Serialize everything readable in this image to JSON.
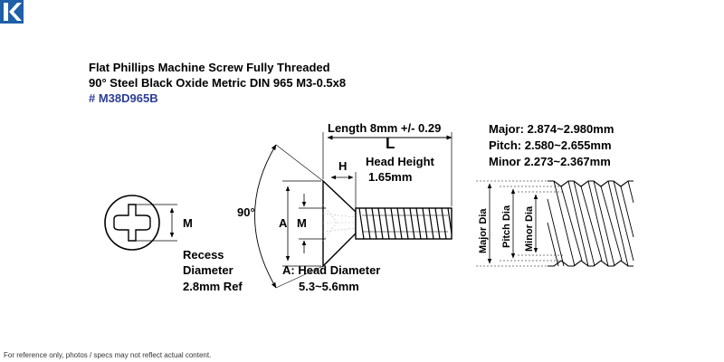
{
  "brand": {
    "accent": "#1e5fa8",
    "logo_icon": "k-logo-icon"
  },
  "title": {
    "line1": "Flat Phillips Machine Screw Fully Threaded",
    "line2": "90° Steel Black Oxide Metric DIN 965 M3-0.5x8",
    "part_number": "# M38D965B",
    "part_color": "#2d3d96"
  },
  "labels": {
    "length": "Length 8mm +/- 0.29",
    "L": "L",
    "H": "H",
    "head_height_1": "Head Height",
    "head_height_2": "1.65mm",
    "angle": "90°",
    "A": "A",
    "M_side": "M",
    "M_front": "M",
    "recess_1": "Recess",
    "recess_2": "Diameter",
    "recess_3": "2.8mm Ref",
    "head_dia_1": "A: Head Diameter",
    "head_dia_2": "5.3~5.6mm",
    "major": "Major: 2.874~2.980mm",
    "pitch": "Pitch: 2.580~2.655mm",
    "minor": "Minor 2.273~2.367mm",
    "major_dia": "Major Dia",
    "pitch_dia": "Pitch Dia",
    "minor_dia": "Minor Dia"
  },
  "footer": "For reference only, photos / specs may not reflect actual content."
}
